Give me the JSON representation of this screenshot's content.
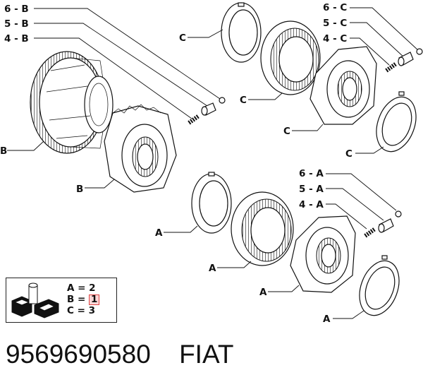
{
  "callouts": {
    "top_left": [
      "6 - B",
      "5 - B",
      "4 - B"
    ],
    "top_right": [
      "6 - C",
      "5 - C",
      "4 - C"
    ],
    "mid_right": [
      "6 - A",
      "5 - A",
      "4 - A"
    ],
    "group_a": "A",
    "group_b": "B",
    "group_c": "C"
  },
  "legend": {
    "rows": [
      {
        "label": "A",
        "op": "=",
        "qty": "2",
        "highlighted": false
      },
      {
        "label": "B",
        "op": "=",
        "qty": "1",
        "highlighted": true
      },
      {
        "label": "C",
        "op": "=",
        "qty": "3",
        "highlighted": false
      }
    ],
    "highlight_color": "#e04545"
  },
  "footer": {
    "part_number": "9569690580",
    "brand": "FIAT"
  }
}
